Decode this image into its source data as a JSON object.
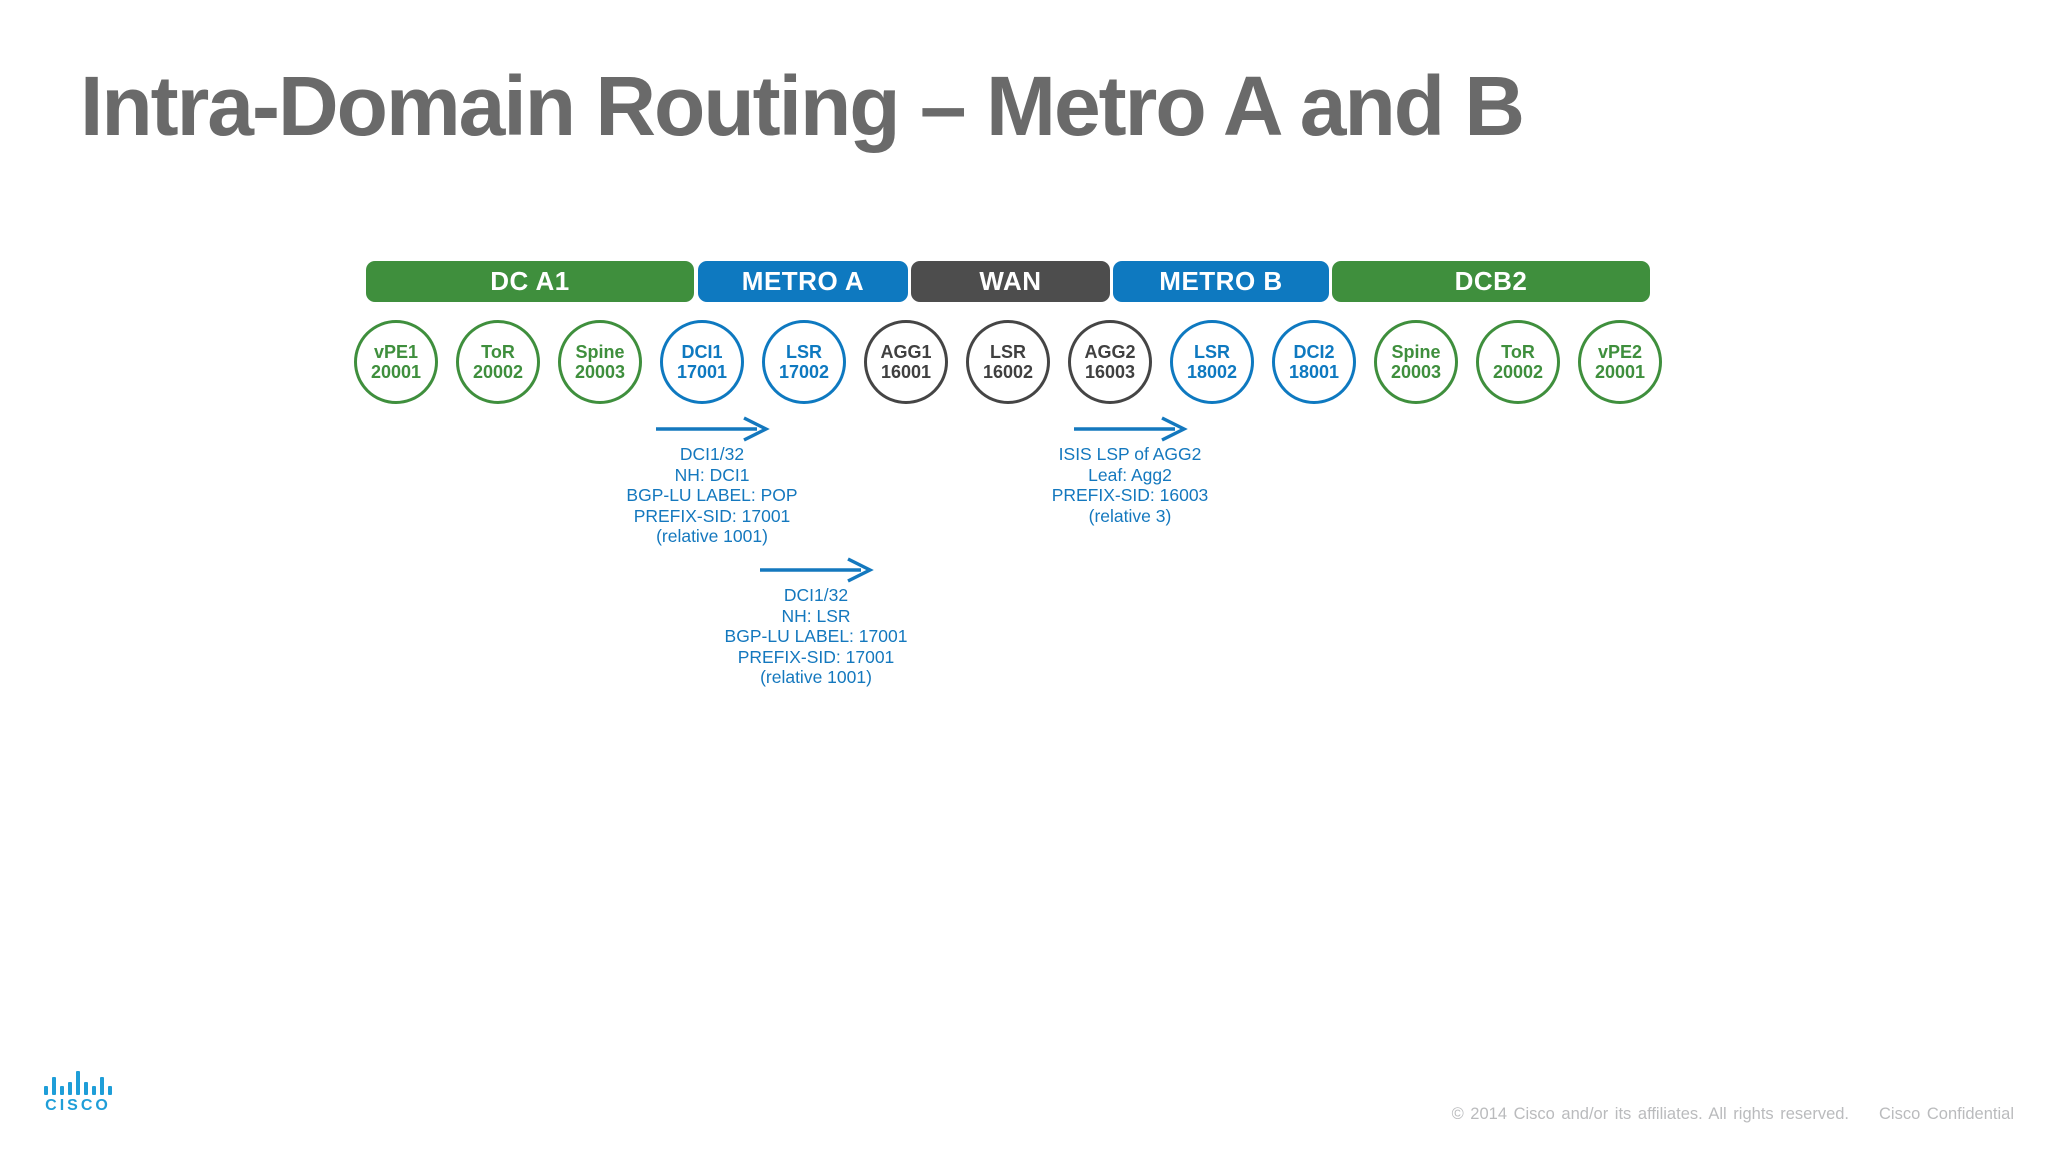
{
  "title": "Intra-Domain Routing – Metro A and B",
  "theme": {
    "green": "#3f8f3d",
    "blue": "#0e79c0",
    "dark": "#4d4d4d",
    "annotation_blue": "#1478be",
    "title_gray": "#6a6a6a",
    "footer_gray": "#babbbd",
    "cisco_blue": "#1f9ed8"
  },
  "domains": [
    {
      "label": "DC A1",
      "color": "green"
    },
    {
      "label": "METRO A",
      "color": "blue"
    },
    {
      "label": "WAN",
      "color": "dark"
    },
    {
      "label": "METRO B",
      "color": "blue"
    },
    {
      "label": "DCB2",
      "color": "green"
    }
  ],
  "nodes": [
    {
      "name": "vPE1",
      "id": "20001",
      "color": "green"
    },
    {
      "name": "ToR",
      "id": "20002",
      "color": "green"
    },
    {
      "name": "Spine",
      "id": "20003",
      "color": "green"
    },
    {
      "name": "DCI1",
      "id": "17001",
      "color": "blue"
    },
    {
      "name": "LSR",
      "id": "17002",
      "color": "blue"
    },
    {
      "name": "AGG1",
      "id": "16001",
      "color": "dark"
    },
    {
      "name": "LSR",
      "id": "16002",
      "color": "dark"
    },
    {
      "name": "AGG2",
      "id": "16003",
      "color": "dark"
    },
    {
      "name": "LSR",
      "id": "18002",
      "color": "blue"
    },
    {
      "name": "DCI2",
      "id": "18001",
      "color": "blue"
    },
    {
      "name": "Spine",
      "id": "20003",
      "color": "green"
    },
    {
      "name": "ToR",
      "id": "20002",
      "color": "green"
    },
    {
      "name": "vPE2",
      "id": "20001",
      "color": "green"
    }
  ],
  "annotations": [
    {
      "lines": [
        "DCI1/32",
        "NH: DCI1",
        "BGP-LU LABEL: POP",
        "PREFIX-SID: 17001",
        "(relative 1001)"
      ]
    },
    {
      "lines": [
        "ISIS LSP of AGG2",
        "Leaf: Agg2",
        "PREFIX-SID: 16003",
        "(relative 3)"
      ]
    },
    {
      "lines": [
        "DCI1/32",
        "NH: LSR",
        "BGP-LU LABEL: 17001",
        "PREFIX-SID: 17001",
        "(relative 1001)"
      ]
    }
  ],
  "footer": {
    "logo_text": "CISCO",
    "copyright": "© 2014  Cisco and/or its affiliates. All rights reserved.",
    "confidential": "Cisco Confidential"
  }
}
